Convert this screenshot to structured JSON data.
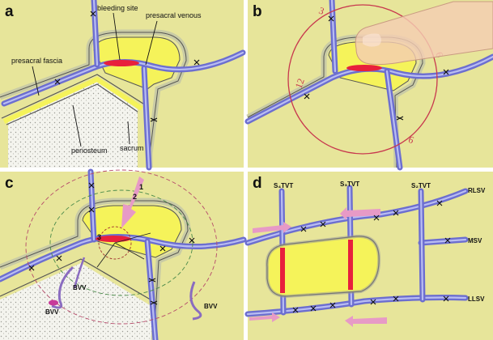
{
  "panels": {
    "a": {
      "letter": "a",
      "labels": {
        "bleeding_site": "bleeding site",
        "presacral_venous": "presacral  venous",
        "presacral_fascia": "presacral fascia",
        "periosteum": "periosteum",
        "sacrum": "sacrum"
      }
    },
    "b": {
      "letter": "b",
      "clock": {
        "twelve": "12",
        "three": "3",
        "six": "6",
        "nine": "9"
      }
    },
    "c": {
      "letter": "c",
      "steps": {
        "one": "1",
        "two": "2",
        "three": "3"
      },
      "labels": {
        "bvv_center": "BVV",
        "bvv_left": "BVV",
        "bvv_right": "BVV"
      }
    },
    "d": {
      "letter": "d",
      "labels": {
        "s4tvt": "S₄TVT",
        "s3tvt": "S₃TVT",
        "s2tvt": "S₂TVT",
        "rlsv": "RLSV",
        "msv": "MSV",
        "llsv": "LLSV"
      }
    }
  },
  "colors": {
    "panel_background": "#e7e59a",
    "vein": "#6c6ed0",
    "bleeding": "#e8203c",
    "fascia_fill": "#f5f35a",
    "clock_circle": "#c8384e",
    "arrow": "#e79ac6"
  },
  "icons": {
    "finger": "finger-icon",
    "suture": "suture-knot-icon"
  }
}
